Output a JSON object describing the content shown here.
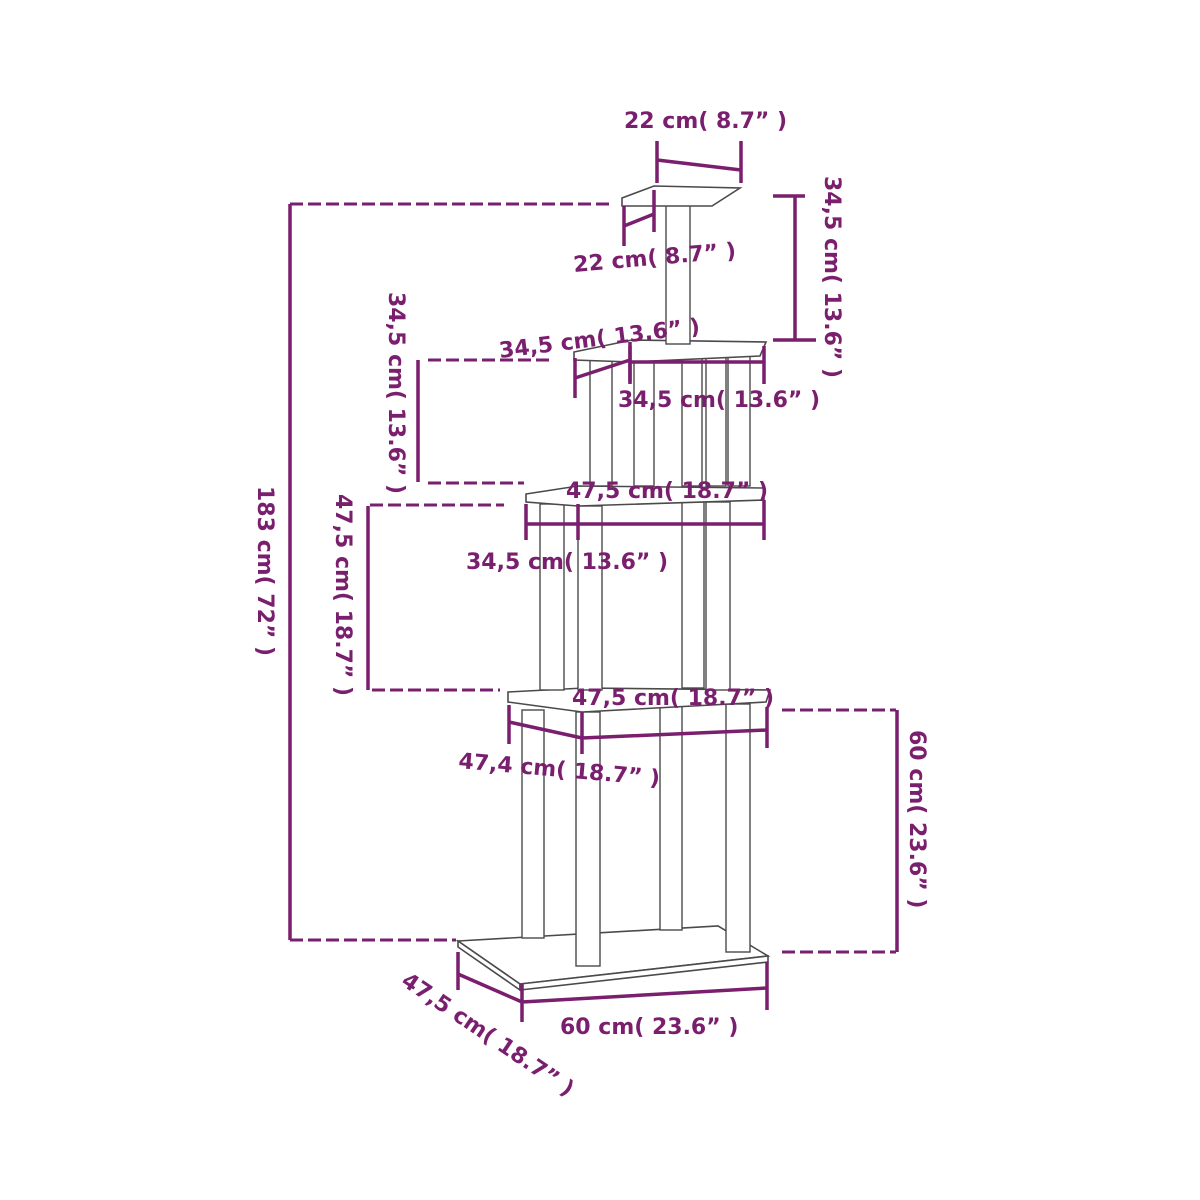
{
  "labels": {
    "top_width": "22 cm( 8.7”  )",
    "top_depth": "22 cm( 8.7”  )",
    "top_post_height": "34,5 cm( 13.6”  )",
    "level3_depth": "34,5 cm( 13.6”  )",
    "level3_width": "34,5 cm( 13.6”  )",
    "level3_gap_height": "34,5 cm( 13.6”  )",
    "level2_width": "47,5 cm( 18.7”  )",
    "level2_depth": "34,5 cm( 13.6”  )",
    "level2_gap_height": "47,5 cm( 18.7”  )",
    "level1_width": "47,5 cm( 18.7”  )",
    "level1_depth": "47,4 cm( 18.7”  )",
    "level1_height": "60 cm( 23.6”  )",
    "total_height": "183 cm( 72”  )",
    "base_width": "60 cm( 23.6”  )",
    "base_depth": "47,5 cm( 18.7”  )"
  },
  "colors": {
    "dimension": "#7a1f6e",
    "outline": "#4a4a4a",
    "background": "#ffffff"
  }
}
